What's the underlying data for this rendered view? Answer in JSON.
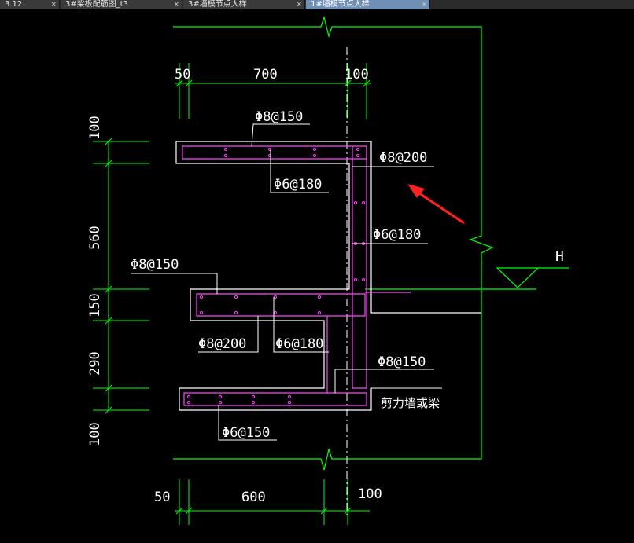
{
  "tabs": [
    {
      "label": "3.12",
      "active": false
    },
    {
      "label": "3#梁板配筋图_t3",
      "active": false
    },
    {
      "label": "3#墙模节点大样",
      "active": false
    },
    {
      "label": "1#墙模节点大样",
      "active": true
    }
  ],
  "tab_close_glyph": "×",
  "colors": {
    "background": "#000000",
    "outline": "#ffffff",
    "dims": "#00ff00",
    "rebar": "#ff44ff",
    "leaders": "#ffffff",
    "arrow": "#ff2020"
  },
  "drawing": {
    "dim_top": {
      "d1": "50",
      "d2": "700",
      "d3": "100"
    },
    "dim_bottom": {
      "d1": "50",
      "d2": "600",
      "d3": "100"
    },
    "dim_left": {
      "v1": "100",
      "v2": "560",
      "v3": "150",
      "v4": "290",
      "v5": "100"
    },
    "labels": {
      "top_flange": "Φ8@150",
      "top_stirrup": "Φ8@200",
      "top_inner": "Φ6@180",
      "web_right": "Φ6@180",
      "mid_left": "Φ8@150",
      "mid_bot1": "Φ8@200",
      "mid_bot2": "Φ6@180",
      "bot_right": "Φ8@150",
      "shear_wall": "剪力墙或梁",
      "bot_flange": "Φ6@150",
      "level_mark": "H"
    }
  }
}
